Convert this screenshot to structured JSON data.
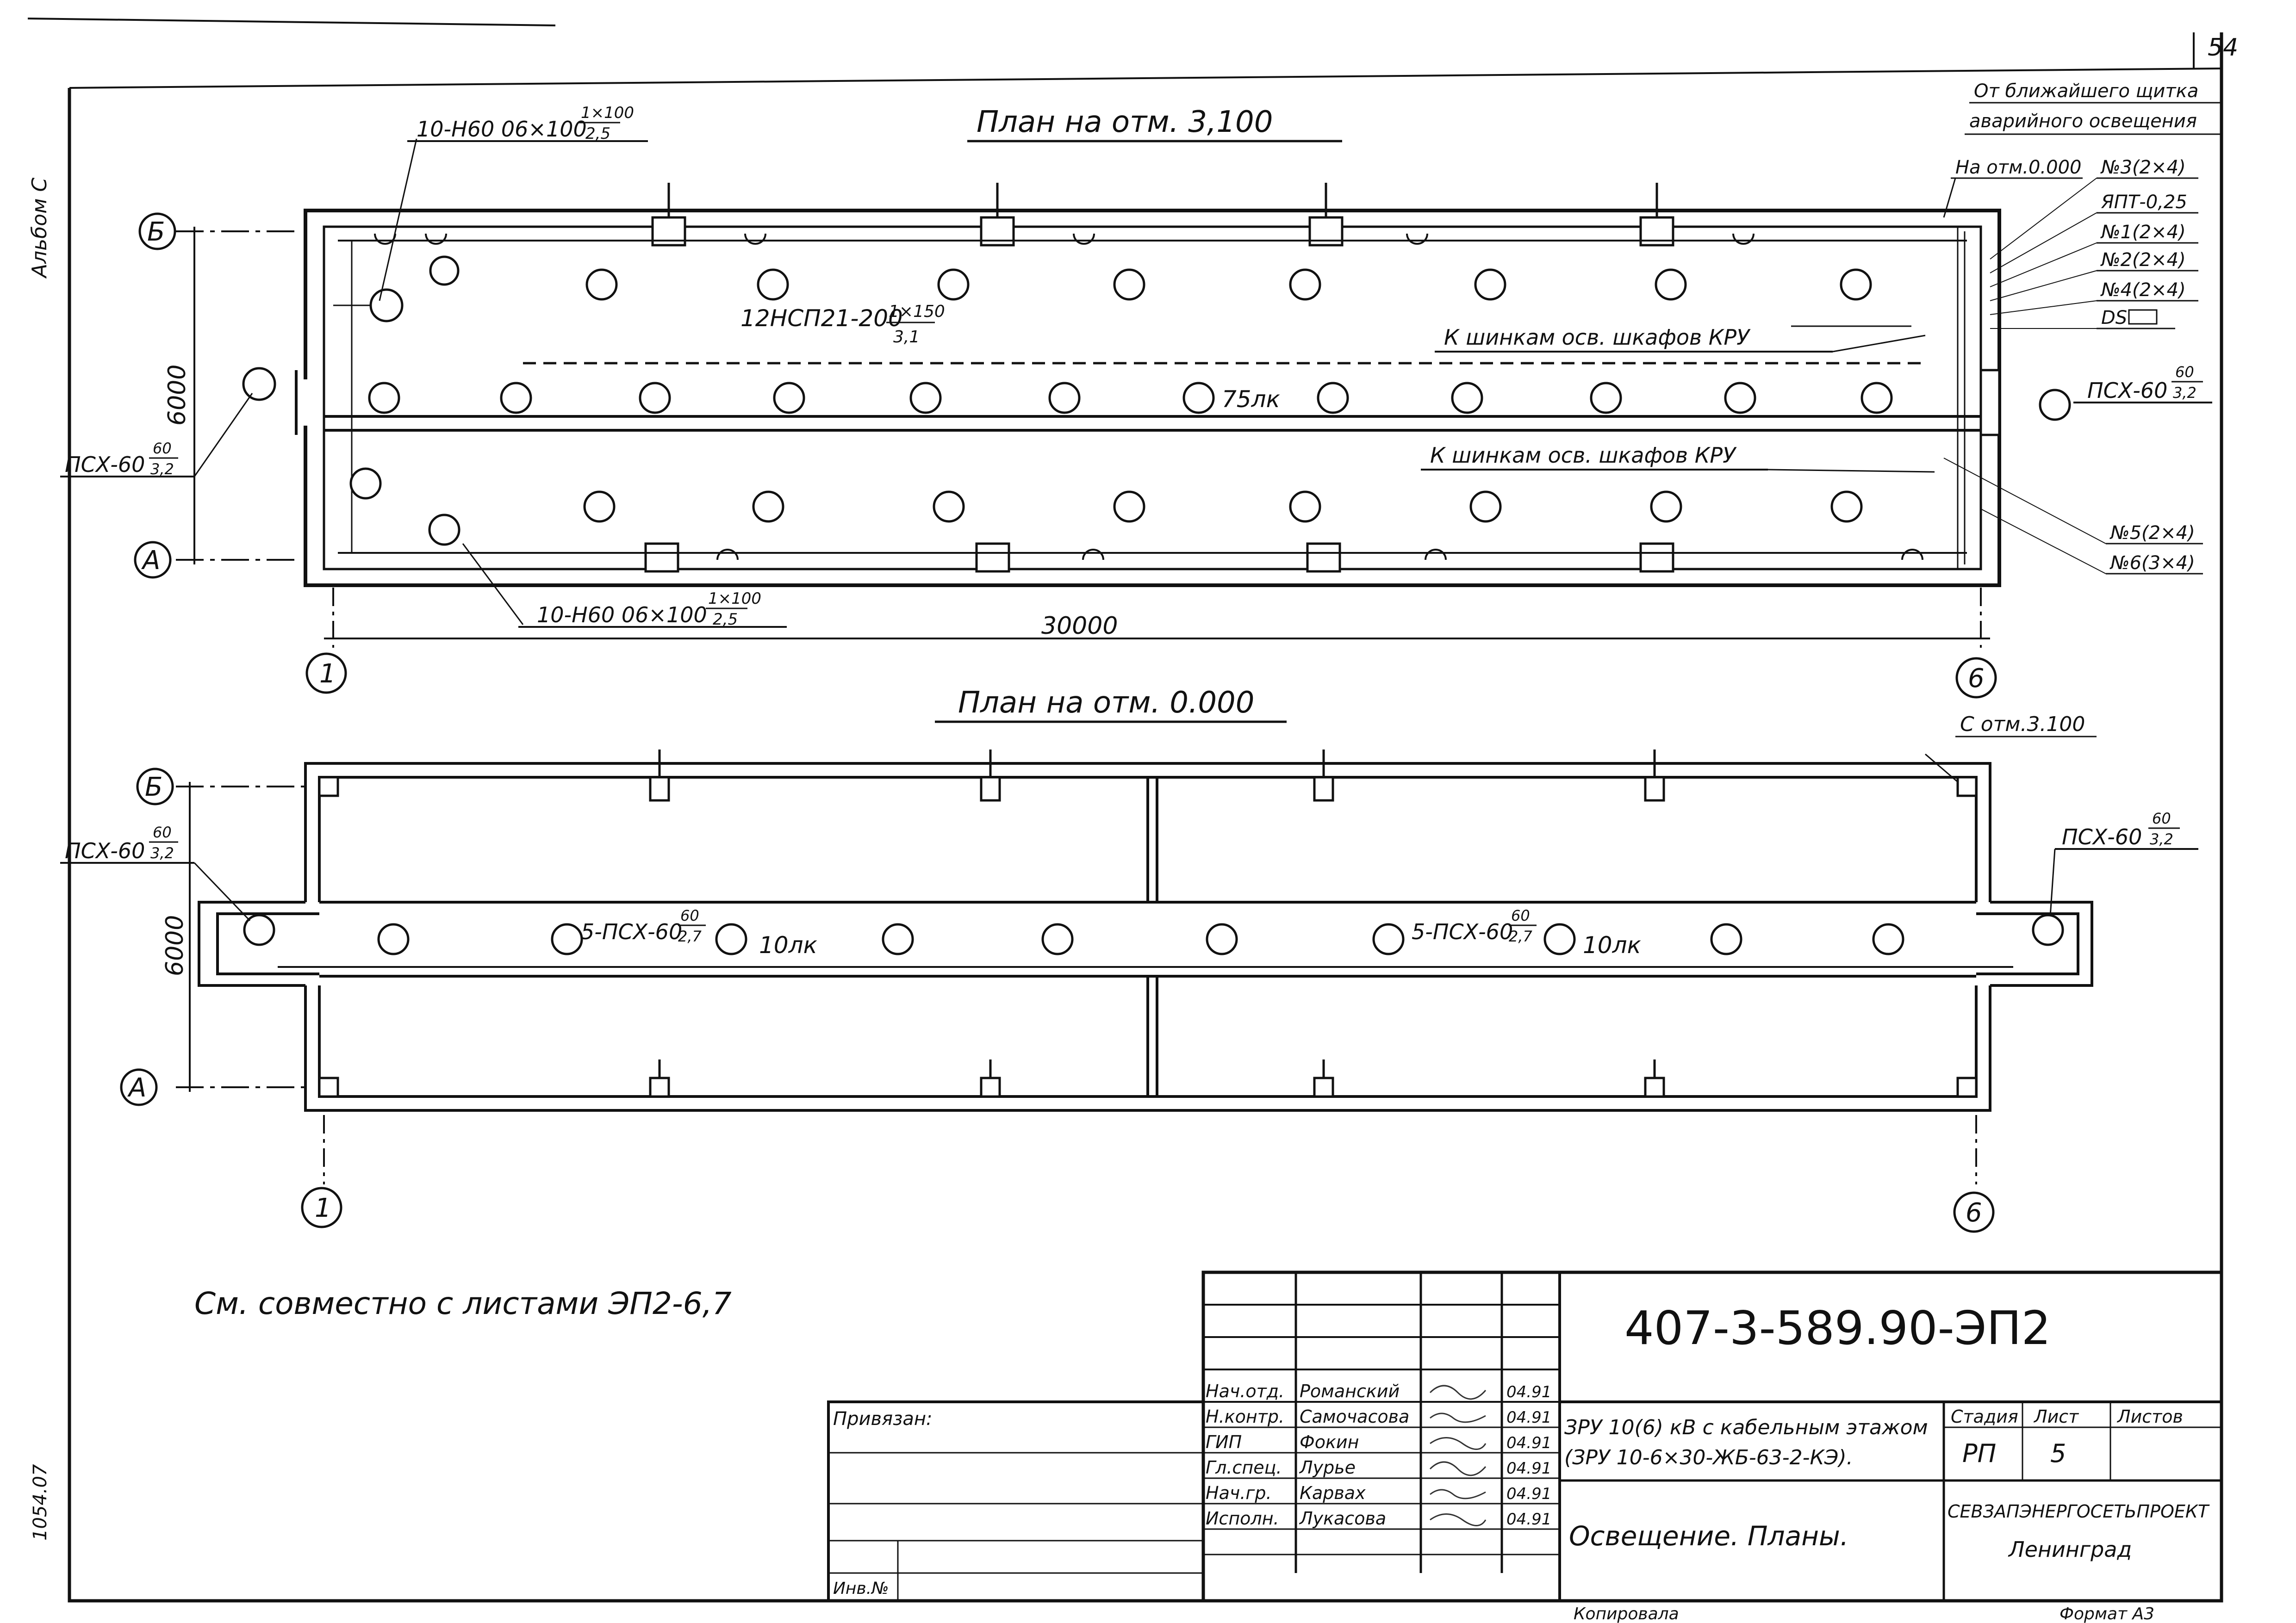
{
  "sheet": {
    "page_number": "54",
    "side_labels": [
      "Альбом С",
      "1054.07"
    ],
    "footer_notes": [
      "Копировала",
      "Формат А3"
    ]
  },
  "plan_top": {
    "title": "План на отм. 3,100",
    "fixture_callout_top": {
      "text": "10-Н60 06×100",
      "frac_num": "1×100",
      "frac_den": "2,5"
    },
    "fixture_callout_bottom": {
      "text": "10-Н60 06×100",
      "frac_num": "1×100",
      "frac_den": "2,5"
    },
    "main_fixtures_callout": {
      "text": "12НСП21-200",
      "frac_num": "1×150",
      "frac_den": "3,1"
    },
    "illuminance": "75лк",
    "note_emergency_1": "От ближайшего щитка",
    "note_emergency_2": "аварийного освещения",
    "note_level": "На отм.0.000",
    "panel_labels": [
      "№3(2×4)",
      "ЯПТ-0,25",
      "№1(2×4)",
      "№2(2×4)",
      "№4(2×4)",
      "DS"
    ],
    "kru_label_1": "К шинкам осв. шкафов КРУ",
    "kru_label_2": "К шинкам осв. шкафов КРУ",
    "bottom_panel_labels": [
      "№5(2×4)",
      "№6(3×4)"
    ],
    "psx_left": {
      "text": "ПСХ-60",
      "frac_num": "60",
      "frac_den": "3,2"
    },
    "psx_right": {
      "text": "ПСХ-60",
      "frac_num": "60",
      "frac_den": "3,2"
    },
    "dim_width": "30000",
    "dim_height": "6000",
    "axis_labels": {
      "top": "Б",
      "bottom": "А",
      "left": "1",
      "right": "6"
    }
  },
  "plan_bottom": {
    "title": "План на отм. 0.000",
    "note_ref": "С отм.3.100",
    "psx_left": {
      "text": "ПСХ-60",
      "frac_num": "60",
      "frac_den": "3,2"
    },
    "psx_right": {
      "text": "ПСХ-60",
      "frac_num": "60",
      "frac_den": "3,2"
    },
    "psx_group_1": {
      "text": "5-ПСХ-60",
      "frac_num": "60",
      "frac_den": "2,7"
    },
    "psx_group_2": {
      "text": "5-ПСХ-60",
      "frac_num": "60",
      "frac_den": "2,7"
    },
    "illuminance_1": "10лк",
    "illuminance_2": "10лк",
    "dim_height": "6000",
    "axis_labels": {
      "top": "Б",
      "bottom": "А",
      "left": "1",
      "right": "6"
    }
  },
  "note": "См. совместно с листами ЭП2-6,7",
  "title_block": {
    "doc_code": "407-3-589.90-ЭП2",
    "privyazan": "Привязан:",
    "inv": "Инв.№",
    "roles": [
      "Нач.отд.",
      "Н.контр.",
      "ГИП",
      "Гл.спец.",
      "Нач.гр.",
      "Исполн."
    ],
    "names": [
      "Романский",
      "Самочасова",
      "Фокин",
      "Лурье",
      "Карвах",
      "Лукасова"
    ],
    "dates": [
      "04.91",
      "04.91",
      "04.91",
      "04.91",
      "04.91",
      "04.91"
    ],
    "project_line1": "ЗРУ 10(6) кВ с кабельным этажом",
    "project_line2": "(ЗРУ 10-6×30-ЖБ-63-2-КЭ).",
    "sheet_title": "Освещение. Планы.",
    "stage_label": "Стадия",
    "sheet_label": "Лист",
    "sheets_label": "Листов",
    "stage": "РП",
    "sheet": "5",
    "organization": "СЕВЗАПЭНЕРГОСЕТЬПРОЕКТ",
    "city": "Ленинград"
  }
}
